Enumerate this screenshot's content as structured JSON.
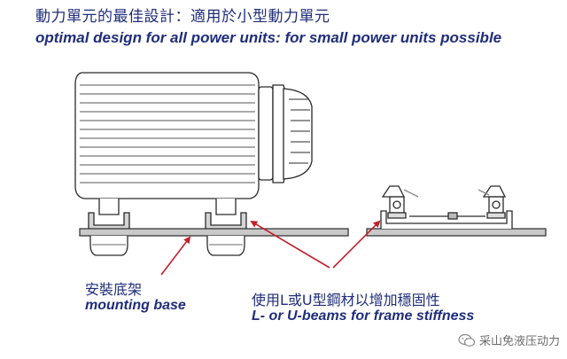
{
  "title": {
    "cn": "動力單元的最佳設計：適用於小型動力單元",
    "en": "optimal design for all power units: for small power units possible"
  },
  "labels": {
    "mounting_base_cn": "安裝底架",
    "mounting_base_en": "mounting base",
    "beams_cn": "使用L或U型鋼材以增加穩固性",
    "beams_en": "L- or U-beams for frame stiffness"
  },
  "watermark": {
    "text": "采山免液压动力",
    "icon": "wechat-icon"
  },
  "colors": {
    "title": "#1f2d7a",
    "arrow": "#c0202a",
    "base_fill": "#c9c9c9",
    "outline": "#2a2a2a"
  }
}
